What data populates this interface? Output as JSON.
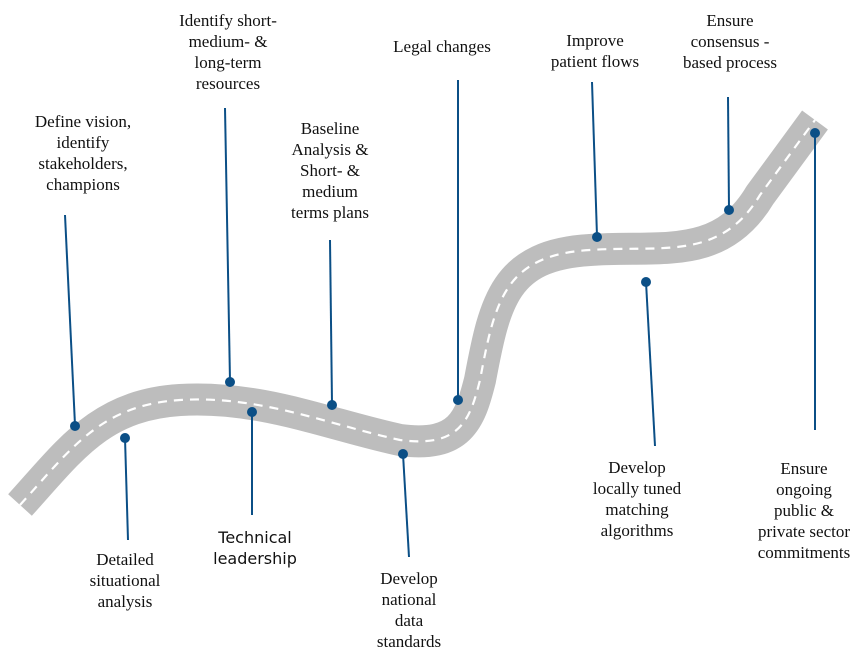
{
  "colors": {
    "road": "#bdbdbd",
    "lane_marking": "#ffffff",
    "pin": "#0b4f86",
    "text": "#111111"
  },
  "milestones": {
    "define_vision": "Define vision,\nidentify\nstakeholders,\nchampions",
    "identify_resources": "Identify short-\nmedium- &\nlong-term\nresources",
    "baseline_analysis": "Baseline\nAnalysis &\nShort- &\nmedium\nterms plans",
    "legal_changes": "Legal changes",
    "improve_patient_flows": "Improve\npatient flows",
    "ensure_consensus": "Ensure\nconsensus -\nbased process",
    "detailed_situational": "Detailed\nsituational\nanalysis",
    "technical_leadership": "Technical\nleadership",
    "national_data_standards": "Develop\nnational\ndata\nstandards",
    "matching_algorithms": "Develop\nlocally tuned\nmatching\nalgorithms",
    "ongoing_commitments": "Ensure\nongoing\npublic &\nprivate sector\ncommitments"
  }
}
